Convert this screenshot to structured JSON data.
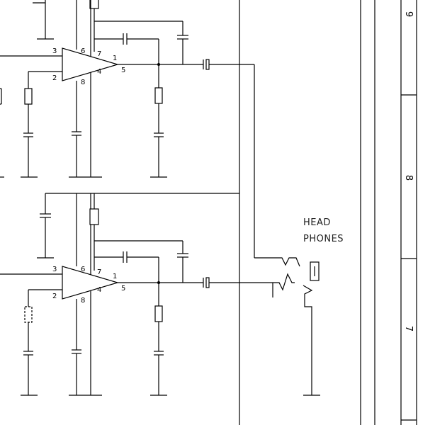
{
  "amplifier_pins": {
    "noninv_input": "3",
    "inv_input": "2",
    "supply_pin6": "6",
    "pin7": "7",
    "pin8": "8",
    "pin4": "4",
    "pin1": "1",
    "output": "5"
  },
  "jack_label": {
    "line1": "HEAD",
    "line2": "PHONES"
  },
  "border_zones": {
    "top": "9",
    "middle": "8",
    "bottom": "7"
  }
}
